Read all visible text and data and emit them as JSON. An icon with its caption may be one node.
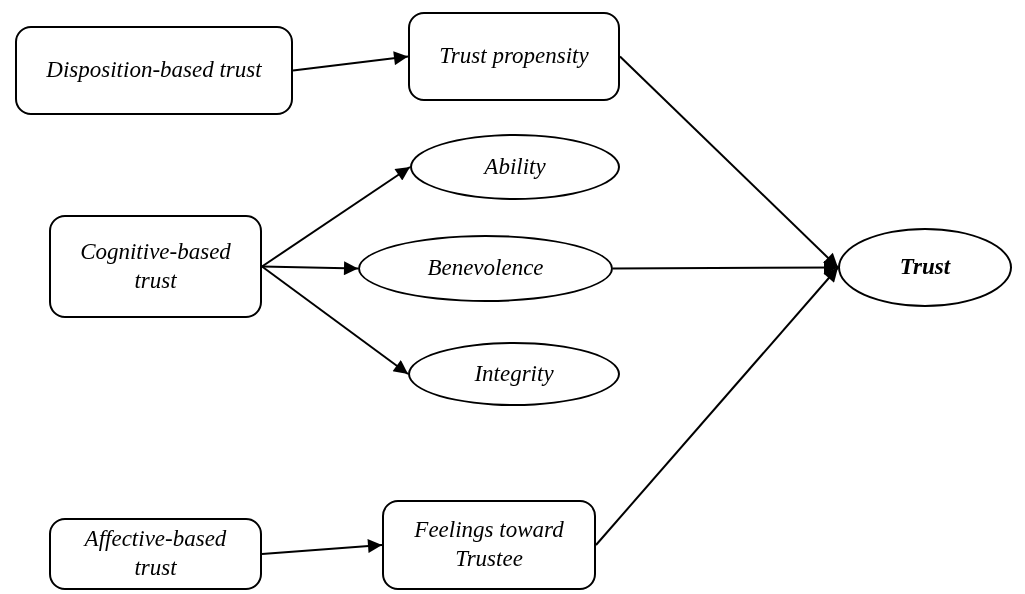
{
  "diagram": {
    "nodes": [
      {
        "text": [
          "Disposition-based trust"
        ]
      },
      {
        "text": [
          "Trust propensity"
        ]
      },
      {
        "text": [
          "Ability"
        ]
      },
      {
        "text": [
          "Cognitive-based trust"
        ]
      },
      {
        "text": [
          "Benevolence"
        ]
      },
      {
        "text": [
          "Integrity"
        ]
      },
      {
        "text": [
          "Trust"
        ]
      },
      {
        "text": [
          "Affective-based trust"
        ]
      },
      {
        "text": [
          "Feelings toward Trustee"
        ]
      }
    ],
    "edges": [
      {
        "from": 0,
        "to": 1,
        "arrow": "to"
      },
      {
        "from": 3,
        "to": 2,
        "arrow": "to"
      },
      {
        "from": 3,
        "to": 4,
        "arrow": "to"
      },
      {
        "from": 3,
        "to": 5,
        "arrow": "to"
      },
      {
        "from": 1,
        "to": 6,
        "arrow": "to"
      },
      {
        "from": 4,
        "to": 6,
        "arrow": "to"
      },
      {
        "from": 8,
        "to": 6,
        "arrow": "to"
      },
      {
        "from": 7,
        "to": 8,
        "arrow": "to"
      }
    ]
  }
}
